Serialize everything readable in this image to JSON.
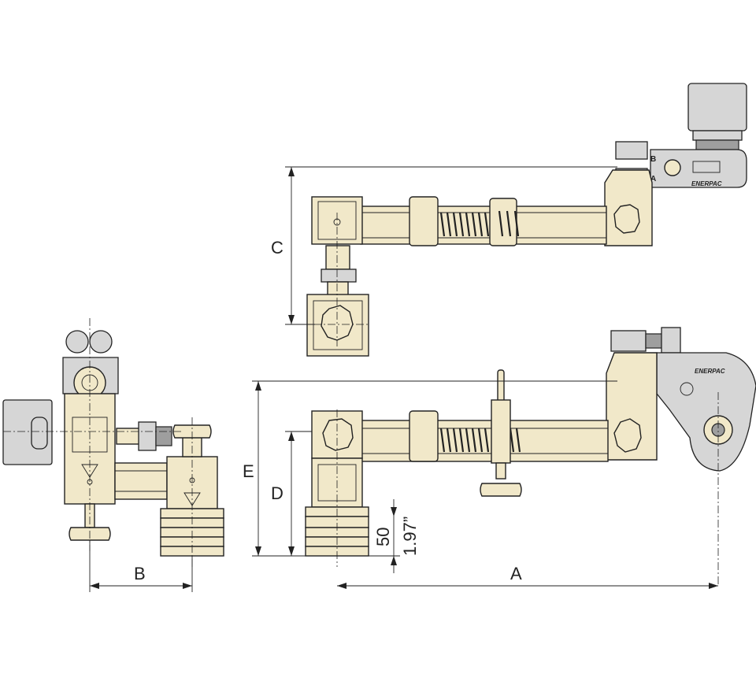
{
  "dimensions": {
    "a": "A",
    "b": "B",
    "c": "C",
    "d": "D",
    "e": "E",
    "mm_value": "50",
    "inch_value": "1.97”"
  },
  "port_labels": {
    "b": "B",
    "a": "A"
  },
  "brand": "ENERPAC"
}
